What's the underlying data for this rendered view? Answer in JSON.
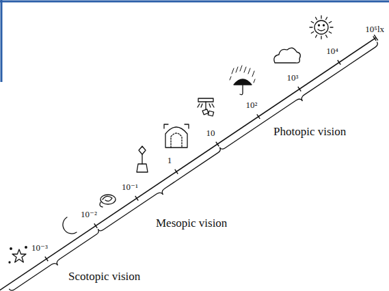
{
  "diagram": {
    "labels": [
      "10⁻³",
      "10⁻²",
      "10⁻¹",
      "1",
      "10",
      "10²",
      "10³",
      "10⁴",
      "10⁵lx",
      "Scotopic vision",
      "Mesopic vision",
      "Photopic vision"
    ]
  }
}
